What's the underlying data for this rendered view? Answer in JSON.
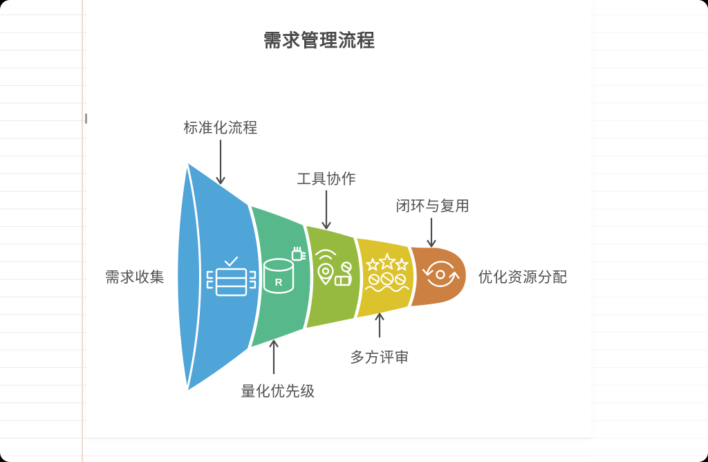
{
  "diagram": {
    "title": "需求管理流程",
    "input_label": "需求收集",
    "output_label": "优化资源分配",
    "text_color": "#4F4F4F",
    "arrow_color": "#4C4C4C",
    "stages": [
      {
        "label": "标准化流程",
        "callout": "top",
        "color": "#4FA4D8",
        "icon": "checklist-table-icon"
      },
      {
        "label": "量化优先级",
        "callout": "bottom",
        "color": "#57B98B",
        "icon": "database-r-icon",
        "icon_letter": "R"
      },
      {
        "label": "工具协作",
        "callout": "top",
        "color": "#95BA3F",
        "icon": "location-collaboration-icon"
      },
      {
        "label": "多方评审",
        "callout": "bottom",
        "color": "#DCC32E",
        "icon": "stars-people-review-icon"
      },
      {
        "label": "闭环与复用",
        "callout": "top",
        "color": "#CC8041",
        "icon": "sync-loop-icon"
      }
    ]
  }
}
